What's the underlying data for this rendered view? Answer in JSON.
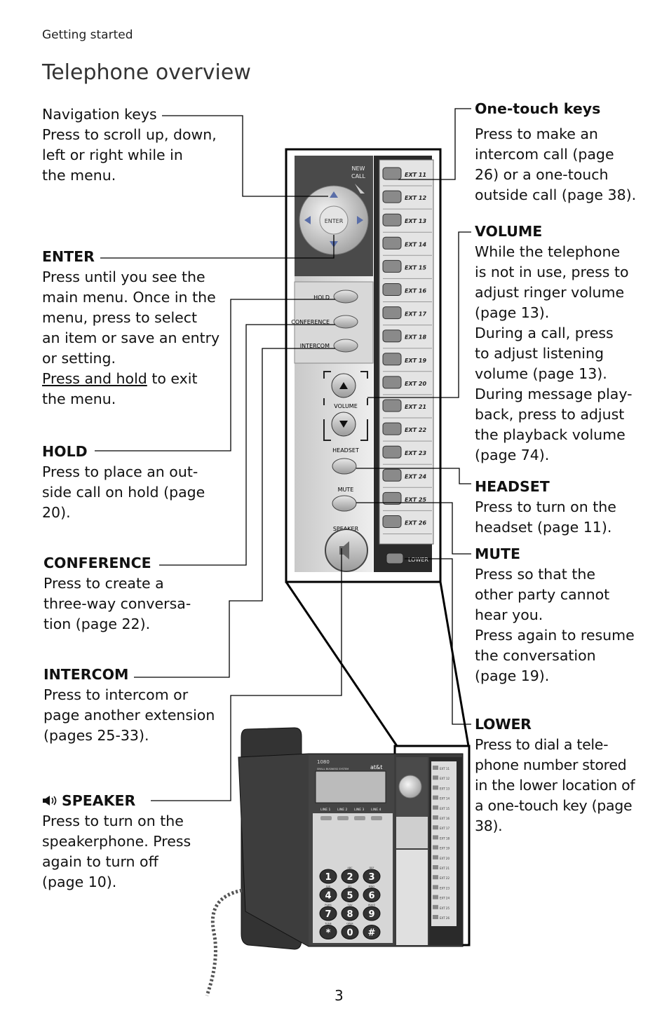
{
  "section_label": "Getting started",
  "page_title": "Telephone overview",
  "page_number": "3",
  "left": {
    "navigation": {
      "title": "Navigation keys",
      "desc": [
        "Press to scroll up, down,",
        "left or right while in",
        "the menu."
      ]
    },
    "enter": {
      "title": "ENTER",
      "desc": [
        "Press until you see the",
        "main menu. Once in the",
        "menu, press to select",
        "an item or save an entry",
        "or setting."
      ],
      "hold_underlined": "Press and hold",
      "hold_rest": " to exit",
      "hold_last": "the menu."
    },
    "hold": {
      "title": "HOLD",
      "desc": [
        "Press to place an out-",
        "side call on hold (page",
        "20)."
      ]
    },
    "conference": {
      "title": "CONFERENCE",
      "desc": [
        "Press to create a",
        "three-way conversa-",
        "tion (page 22)."
      ]
    },
    "intercom": {
      "title": "INTERCOM",
      "desc": [
        "Press to intercom or",
        "page another extension",
        "(pages 25-33)."
      ]
    },
    "speaker": {
      "title": "SPEAKER",
      "desc": [
        "Press to turn on the",
        "speakerphone. Press",
        "again to turn off",
        "(page 10)."
      ]
    }
  },
  "right": {
    "one_touch": {
      "title": "One-touch keys",
      "desc": [
        "Press to make an",
        "intercom call (page",
        "26) or a one-touch",
        "outside call (page 38)."
      ]
    },
    "volume": {
      "title": "VOLUME",
      "desc": [
        "While the telephone",
        "is not in use, press to",
        "adjust ringer volume",
        "(page 13).",
        "During a call, press",
        "to adjust listening",
        "volume (page 13).",
        "During message play-",
        "back, press to adjust",
        "the playback volume",
        "(page 74)."
      ]
    },
    "headset": {
      "title": "HEADSET",
      "desc": [
        "Press to turn on the",
        "headset (page 11)."
      ]
    },
    "mute": {
      "title": "MUTE",
      "desc": [
        "Press so that the",
        "other party cannot",
        "hear you.",
        "Press again to resume",
        "the conversation",
        "(page 19)."
      ]
    },
    "lower": {
      "title": "LOWER",
      "desc": [
        "Press to dial a tele-",
        "phone number stored",
        "in the lower location of",
        "a one-touch key (page",
        "38)."
      ]
    }
  },
  "device": {
    "new_call_line1": "NEW",
    "new_call_line2": "CALL",
    "enter_label": "ENTER",
    "hold_label": "HOLD",
    "conference_label": "CONFERENCE",
    "intercom_label": "INTERCOM",
    "volume_label": "VOLUME",
    "headset_label": "HEADSET",
    "mute_label": "MUTE",
    "speaker_label": "SPEAKER",
    "lower_label": "LOWER",
    "ext_keys": [
      "EXT 11",
      "EXT 12",
      "EXT 13",
      "EXT 14",
      "EXT 15",
      "EXT 16",
      "EXT 17",
      "EXT 18",
      "EXT 19",
      "EXT 20",
      "EXT 21",
      "EXT 22",
      "EXT 23",
      "EXT 24",
      "EXT 25",
      "EXT 26"
    ]
  },
  "phone": {
    "model": "1080",
    "brand": "at&t",
    "subtitle": "SMALL BUSINESS SYSTEM",
    "lines": [
      "LINE 1",
      "LINE 2",
      "LINE 3",
      "LINE 4"
    ],
    "keypad": [
      {
        "digit": "1",
        "letters": ""
      },
      {
        "digit": "2",
        "letters": "ABC"
      },
      {
        "digit": "3",
        "letters": "DEF"
      },
      {
        "digit": "4",
        "letters": "GHI"
      },
      {
        "digit": "5",
        "letters": "JKL"
      },
      {
        "digit": "6",
        "letters": "MNO"
      },
      {
        "digit": "7",
        "letters": "PQRS"
      },
      {
        "digit": "8",
        "letters": "TUV"
      },
      {
        "digit": "9",
        "letters": "WXYZ"
      },
      {
        "digit": "*",
        "letters": "TONE"
      },
      {
        "digit": "0",
        "letters": "OPER"
      },
      {
        "digit": "#",
        "letters": ""
      }
    ]
  }
}
